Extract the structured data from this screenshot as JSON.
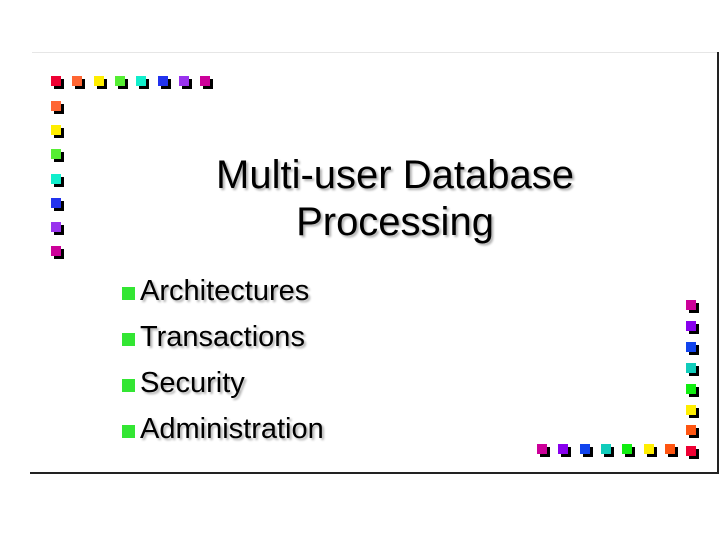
{
  "slide": {
    "title_line1": "Multi-user Database",
    "title_line2": "Processing",
    "bullets": [
      {
        "label": "Architectures"
      },
      {
        "label": "Transactions"
      },
      {
        "label": "Security"
      },
      {
        "label": "Administration"
      }
    ],
    "bullet_color": "#33e633"
  },
  "decoration": {
    "top_row_colors": [
      "#ee0033",
      "#ff6633",
      "#ffee00",
      "#55ee33",
      "#11eecc",
      "#2233ee",
      "#9933ee",
      "#cc0099"
    ],
    "left_column_colors": [
      "#ff6633",
      "#ffee00",
      "#55ee33",
      "#11eecc",
      "#2233ee",
      "#9933ee",
      "#cc0099"
    ],
    "right_column_colors": [
      "#cc0099",
      "#8800ee",
      "#1144ee",
      "#11ccbb",
      "#11ee11",
      "#ffee00",
      "#ff5511",
      "#ee0033"
    ],
    "bottom_row_colors": [
      "#cc0099",
      "#8800ee",
      "#1144ee",
      "#11ccbb",
      "#11ee11",
      "#ffee00",
      "#ff5511"
    ]
  }
}
